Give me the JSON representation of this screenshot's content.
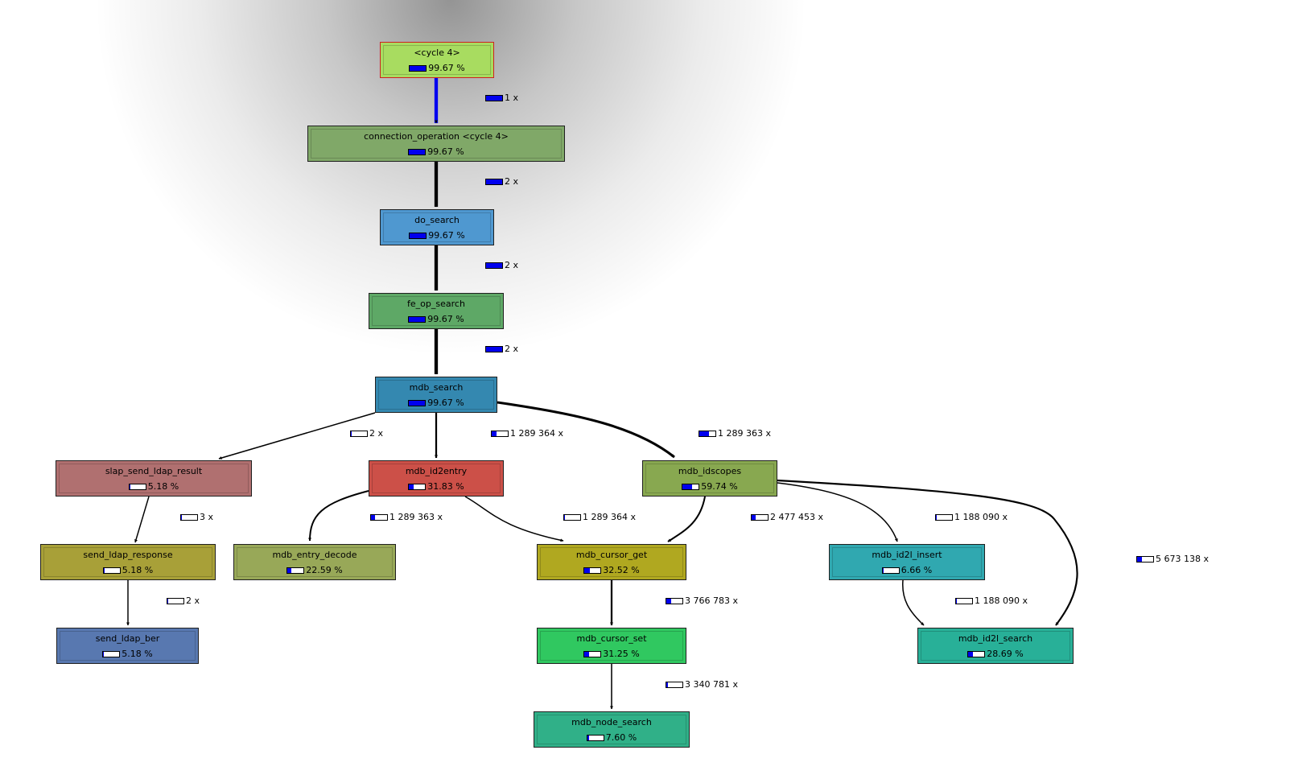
{
  "nodes": [
    {
      "id": "cycle4",
      "name": "<cycle 4>",
      "cost": "99.67 %",
      "fraction": 0.9967,
      "color": "#a8dc60",
      "border": "#d02020"
    },
    {
      "id": "connection_operation",
      "name": "connection_operation <cycle 4>",
      "cost": "99.67 %",
      "fraction": 0.9967,
      "color": "#80a868"
    },
    {
      "id": "do_search",
      "name": "do_search",
      "cost": "99.67 %",
      "fraction": 0.9967,
      "color": "#4f98d0"
    },
    {
      "id": "fe_op_search",
      "name": "fe_op_search",
      "cost": "99.67 %",
      "fraction": 0.9967,
      "color": "#5ea866"
    },
    {
      "id": "mdb_search",
      "name": "mdb_search",
      "cost": "99.67 %",
      "fraction": 0.9967,
      "color": "#3488b0"
    },
    {
      "id": "slap_send_ldap_result",
      "name": "slap_send_ldap_result",
      "cost": "5.18 %",
      "fraction": 0.0518,
      "color": "#b07070"
    },
    {
      "id": "mdb_id2entry",
      "name": "mdb_id2entry",
      "cost": "31.83 %",
      "fraction": 0.3183,
      "color": "#cc5048"
    },
    {
      "id": "mdb_idscopes",
      "name": "mdb_idscopes",
      "cost": "59.74 %",
      "fraction": 0.5974,
      "color": "#88a850"
    },
    {
      "id": "send_ldap_response",
      "name": "send_ldap_response",
      "cost": "5.18 %",
      "fraction": 0.0518,
      "color": "#a8a038"
    },
    {
      "id": "mdb_entry_decode",
      "name": "mdb_entry_decode",
      "cost": "22.59 %",
      "fraction": 0.2259,
      "color": "#98a858"
    },
    {
      "id": "mdb_cursor_get",
      "name": "mdb_cursor_get",
      "cost": "32.52 %",
      "fraction": 0.3252,
      "color": "#b0a820"
    },
    {
      "id": "mdb_id2l_insert",
      "name": "mdb_id2l_insert",
      "cost": "6.66 %",
      "fraction": 0.0666,
      "color": "#30a8b0"
    },
    {
      "id": "send_ldap_ber",
      "name": "send_ldap_ber",
      "cost": "5.18 %",
      "fraction": 0.0518,
      "color": "#5878b0"
    },
    {
      "id": "mdb_cursor_set",
      "name": "mdb_cursor_set",
      "cost": "31.25 %",
      "fraction": 0.3125,
      "color": "#30c860"
    },
    {
      "id": "mdb_id2l_search",
      "name": "mdb_id2l_search",
      "cost": "28.69 %",
      "fraction": 0.2869,
      "color": "#28b098"
    },
    {
      "id": "mdb_node_search",
      "name": "mdb_node_search",
      "cost": "7.60 %",
      "fraction": 0.076,
      "color": "#30b088"
    }
  ],
  "edges": [
    {
      "from": "cycle4",
      "to": "connection_operation",
      "calls": "1 x",
      "fraction": 0.9967,
      "highlight": true
    },
    {
      "from": "connection_operation",
      "to": "do_search",
      "calls": "2 x",
      "fraction": 0.9967
    },
    {
      "from": "do_search",
      "to": "fe_op_search",
      "calls": "2 x",
      "fraction": 0.9967
    },
    {
      "from": "fe_op_search",
      "to": "mdb_search",
      "calls": "2 x",
      "fraction": 0.9967
    },
    {
      "from": "mdb_search",
      "to": "slap_send_ldap_result",
      "calls": "2 x",
      "fraction": 0.0518
    },
    {
      "from": "mdb_search",
      "to": "mdb_id2entry",
      "calls": "1 289 364 x",
      "fraction": 0.3183
    },
    {
      "from": "mdb_search",
      "to": "mdb_idscopes",
      "calls": "1 289 363 x",
      "fraction": 0.5974
    },
    {
      "from": "slap_send_ldap_result",
      "to": "send_ldap_response",
      "calls": "3 x",
      "fraction": 0.0518
    },
    {
      "from": "mdb_id2entry",
      "to": "mdb_entry_decode",
      "calls": "1 289 363 x",
      "fraction": 0.2259
    },
    {
      "from": "mdb_id2entry",
      "to": "mdb_cursor_get",
      "calls": "1 289 364 x",
      "fraction": 0.07
    },
    {
      "from": "mdb_idscopes",
      "to": "mdb_cursor_get",
      "calls": "2 477 453 x",
      "fraction": 0.25
    },
    {
      "from": "mdb_idscopes",
      "to": "mdb_id2l_insert",
      "calls": "1 188 090 x",
      "fraction": 0.0666
    },
    {
      "from": "mdb_idscopes",
      "to": "mdb_id2l_search",
      "calls": "5 673 138 x",
      "fraction": 0.2869
    },
    {
      "from": "send_ldap_response",
      "to": "send_ldap_ber",
      "calls": "2 x",
      "fraction": 0.0518
    },
    {
      "from": "mdb_cursor_get",
      "to": "mdb_cursor_set",
      "calls": "3 766 783 x",
      "fraction": 0.3125
    },
    {
      "from": "mdb_id2l_insert",
      "to": "mdb_id2l_search",
      "calls": "1 188 090 x",
      "fraction": 0.0666
    },
    {
      "from": "mdb_cursor_set",
      "to": "mdb_node_search",
      "calls": "3 340 781 x",
      "fraction": 0.076
    }
  ]
}
